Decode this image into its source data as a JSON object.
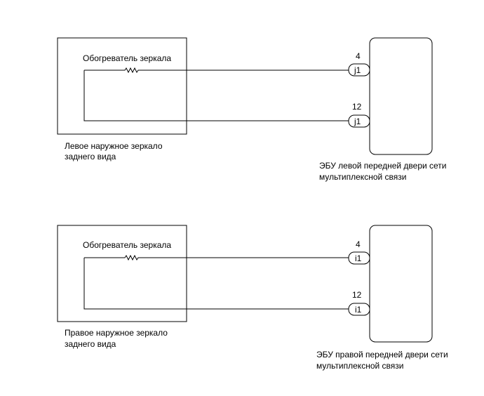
{
  "diagram": {
    "colors": {
      "line": "#000000",
      "background": "#ffffff"
    },
    "left": {
      "heater_label": "Обогреватель зеркала",
      "mirror_label_line1": "Левое наружное зеркало",
      "mirror_label_line2": "заднего вида",
      "ecu_label_line1": "ЭБУ левой передней двери сети",
      "ecu_label_line2": "мультиплексной связи",
      "pin_plus_number": "4",
      "pin_minus_number": "12",
      "connector_plus": "j1",
      "connector_minus": "j1",
      "sign_plus": "+",
      "sign_minus": "-"
    },
    "right": {
      "heater_label": "Обогреватель зеркала",
      "mirror_label_line1": "Правое наружное зеркало",
      "mirror_label_line2": "заднего вида",
      "ecu_label_line1": "ЭБУ правой передней двери сети",
      "ecu_label_line2": "мультиплексной связи",
      "pin_plus_number": "4",
      "pin_minus_number": "12",
      "connector_plus": "i1",
      "connector_minus": "i1",
      "sign_plus": "+",
      "sign_minus": "-"
    }
  }
}
